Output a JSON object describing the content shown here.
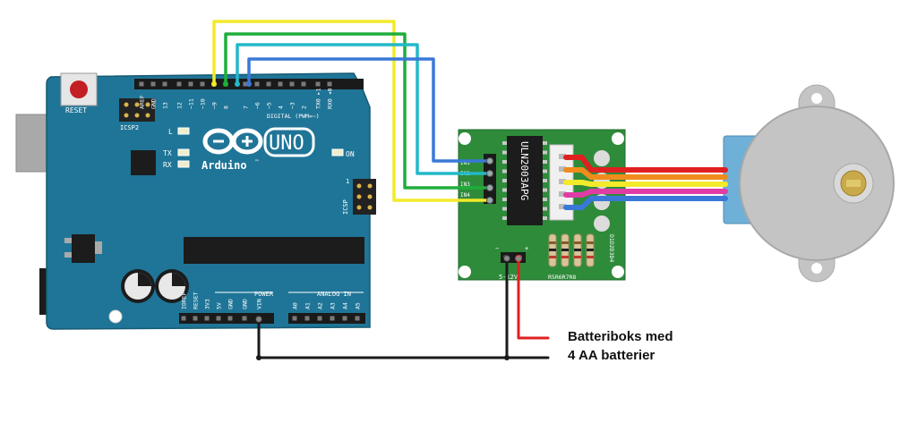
{
  "arduino": {
    "logo_text": "Arduino",
    "trademark": "™",
    "model": "UNO",
    "reset_label": "RESET",
    "icsp2_label": "ICSP2",
    "icsp_label": "ICSP",
    "icsp_pin1": "1",
    "led_l": "L",
    "led_tx": "TX",
    "led_rx": "RX",
    "led_on": "ON",
    "digital_label": "DIGITAL (PWM=~)",
    "power_label": "POWER",
    "analog_label": "ANALOG IN",
    "top_header_pins": [
      "AREF",
      "GND",
      "13",
      "12",
      "~11",
      "~10",
      "~9",
      "8",
      "7",
      "~6",
      "~5",
      "4",
      "~3",
      "2",
      "TX0 ▸1",
      "RX0 ◂0"
    ],
    "power_pins": [
      "IOREF",
      "RESET",
      "3V3",
      "5V",
      "GND",
      "GND",
      "VIN"
    ],
    "analog_pins": [
      "A0",
      "A1",
      "A2",
      "A3",
      "A4",
      "A5"
    ]
  },
  "driver": {
    "chip": "ULN2003APG",
    "input_labels": [
      "IN1",
      "IN2",
      "IN3",
      "IN4"
    ],
    "power_label": "5-12V",
    "resistors": "R5R6R7R8",
    "leds": "D1D2D3D4",
    "plus": "+",
    "minus": "−"
  },
  "battery_label_line1": "Batteriboks med",
  "battery_label_line2": "4 AA batterier",
  "colors": {
    "board_blue": "#1f7597",
    "driver_green": "#2e8b3a",
    "wire_yellow": "#f3ea2b",
    "wire_green": "#1fae3a",
    "wire_cyan": "#22b8c8",
    "wire_blue": "#3a78d8",
    "wire_red": "#e02020",
    "wire_orange": "#f08c1c",
    "wire_pink": "#e03ca6",
    "wire_black": "#1a1a1a",
    "motor_body": "#c4c4c4",
    "motor_cap": "#6fb0d8"
  }
}
